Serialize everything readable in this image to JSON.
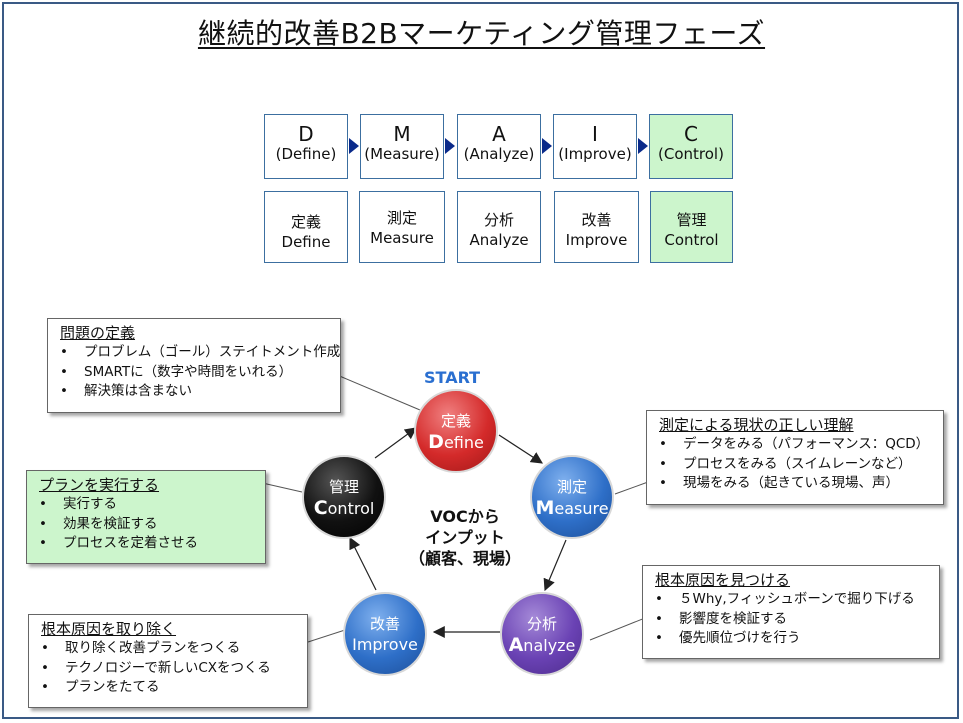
{
  "title": "継続的改善B2Bマーケティング管理フェーズ",
  "phases": [
    {
      "letter": "D",
      "name": "(Define)",
      "jp": "定義",
      "en": "Define"
    },
    {
      "letter": "M",
      "name": "(Measure)",
      "jp": "測定",
      "en": "Measure"
    },
    {
      "letter": "A",
      "name": "(Analyze)",
      "jp": "分析",
      "en": "Analyze"
    },
    {
      "letter": "I",
      "name": "(Improve)",
      "jp": "改善",
      "en": "Improve"
    },
    {
      "letter": "C",
      "name": "(Control)",
      "jp": "管理",
      "en": "Control"
    }
  ],
  "cycle": {
    "start_label": "START",
    "center_label_line1": "VOCから",
    "center_label_line2": "インプット",
    "center_label_line3": "（顧客、現場）",
    "define": {
      "jp": "定義",
      "initial": "D",
      "rest": "efine"
    },
    "measure": {
      "jp": "測定",
      "initial": "M",
      "rest": "easure"
    },
    "analyze": {
      "jp": "分析",
      "initial": "A",
      "rest": "nalyze"
    },
    "improve": {
      "jp": "改善",
      "en": "Improve"
    },
    "control": {
      "jp": "管理",
      "initial": "C",
      "rest": "ontrol"
    }
  },
  "callouts": {
    "define": {
      "heading": "問題の定義",
      "items": [
        "プロブレム（ゴール）ステイトメント作成",
        "SMARTに（数字や時間をいれる）",
        "解決策は含まない"
      ]
    },
    "measure": {
      "heading": "測定による現状の正しい理解",
      "items": [
        "データをみる（パフォーマンス：QCD）",
        "プロセスをみる（スイムレーンなど）",
        "現場をみる（起きている現場、声）"
      ]
    },
    "analyze": {
      "heading": "根本原因を見つける",
      "items": [
        "５Why,フィッシュボーンで掘り下げる",
        "影響度を検証する",
        "優先順位づけを行う"
      ]
    },
    "improve": {
      "heading": "根本原因を取り除く",
      "items": [
        "取り除く改善プランをつくる",
        "テクノロジーで新しいCXをつくる",
        "プランをたてる"
      ]
    },
    "control": {
      "heading": "プランを実行する",
      "items": [
        "実行する",
        "効果を検証する",
        "プロセスを定着させる"
      ]
    }
  },
  "bullet": "•",
  "colors": {
    "define": "#d42a2a",
    "measure": "#2e6fc8",
    "analyze": "#6a42b4",
    "improve": "#2e6fc8",
    "control": "#111111",
    "control_fill": "#ccf5cc",
    "arrow": "#0a2a8a"
  }
}
